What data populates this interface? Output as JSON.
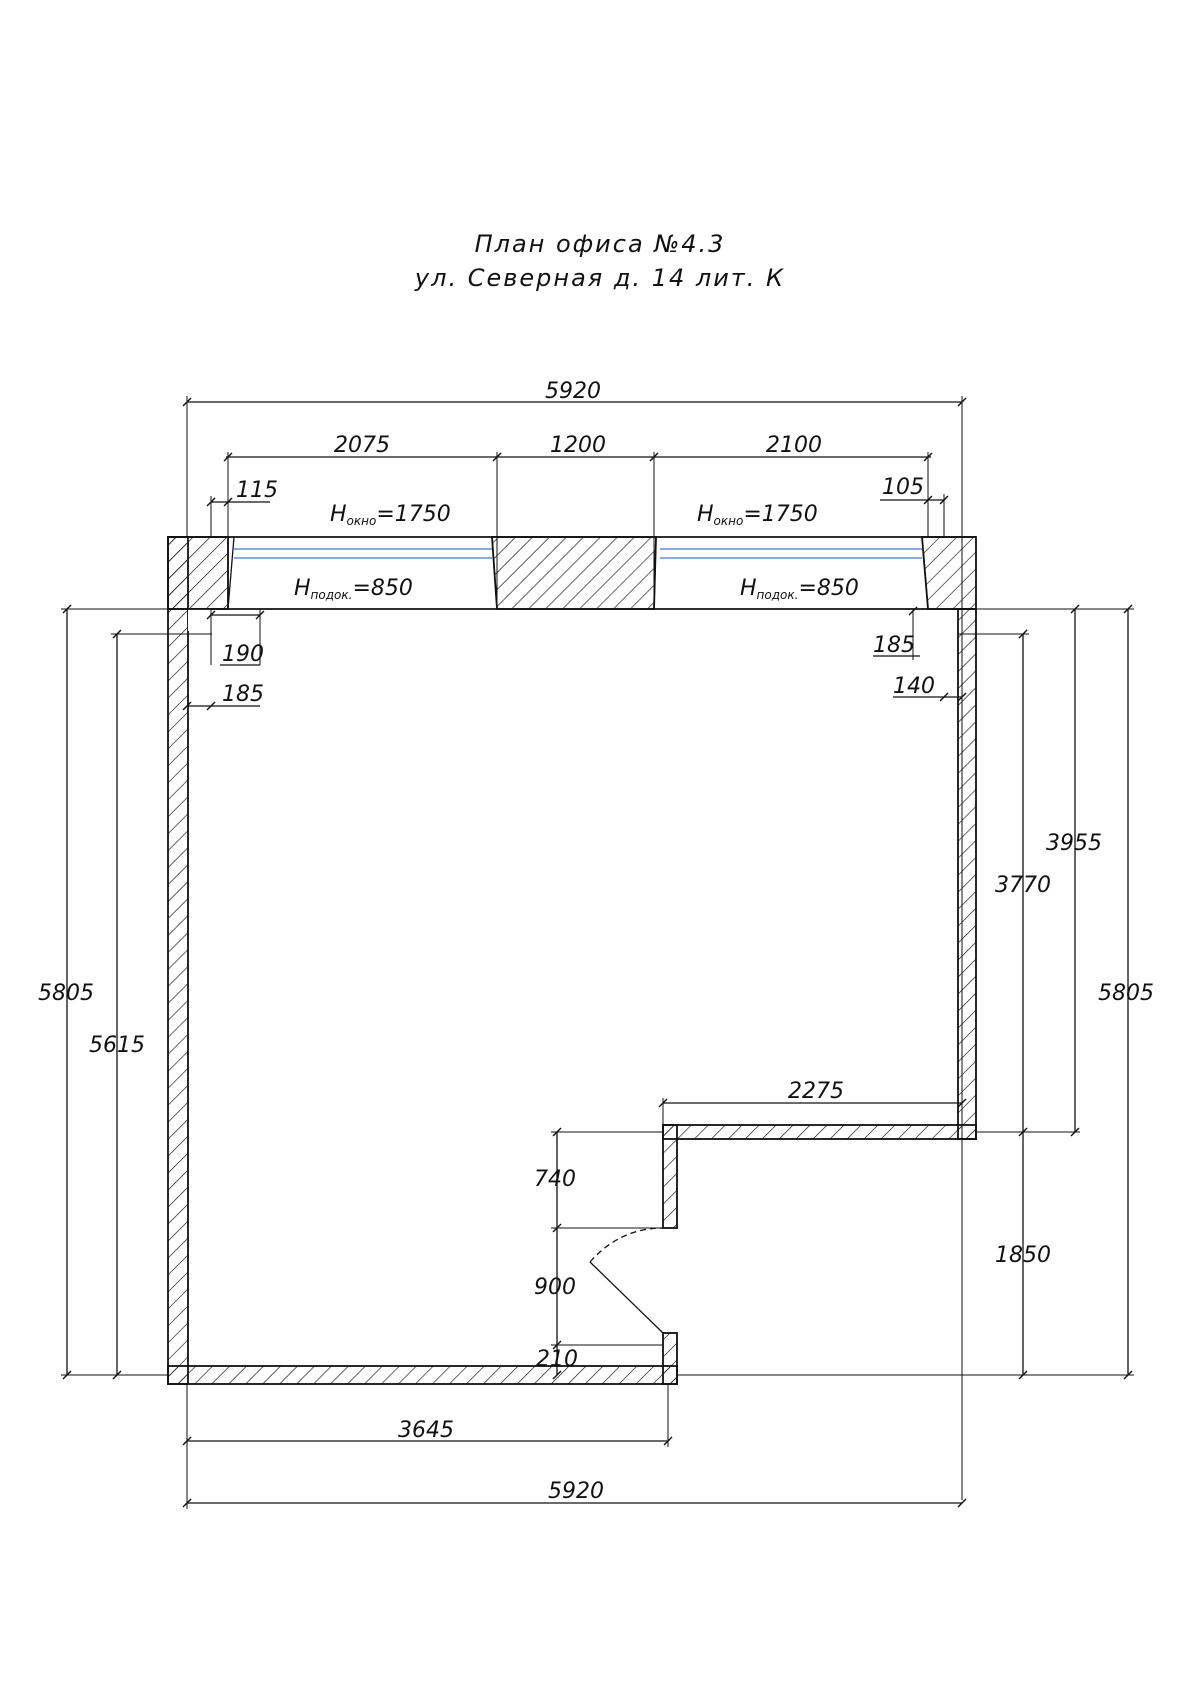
{
  "title": {
    "line1": "План офиса №4.3",
    "line2": "ул. Северная д. 14 лит. К"
  },
  "colors": {
    "lines": "#111111",
    "window_glass": "#5b8fd6",
    "background": "#ffffff"
  },
  "windows": {
    "left": {
      "height_label": "H",
      "height_sub": "окно",
      "height_value": "=1750",
      "sill_label": "H",
      "sill_sub": "подок.",
      "sill_value": "=850"
    },
    "right": {
      "height_label": "H",
      "height_sub": "окно",
      "height_value": "=1750",
      "sill_label": "H",
      "sill_sub": "подок.",
      "sill_value": "=850"
    }
  },
  "dimensions": {
    "top_overall": "5920",
    "top_left_segment": "2075",
    "top_middle_segment": "1200",
    "top_right_segment": "2100",
    "left_window_jamb": "115",
    "right_window_jamb": "105",
    "left_wall_190": "190",
    "left_wall_185": "185",
    "right_wall_185": "185",
    "right_wall_140": "140",
    "left_outer_height": "5805",
    "left_inner_height": "5615",
    "right_outer_height": "5805",
    "right_upper_3955": "3955",
    "right_upper_3770": "3770",
    "right_lower_1850": "1850",
    "recess_width": "2275",
    "door_wall_740": "740",
    "door_opening": "900",
    "door_wall_210": "210",
    "bottom_inner": "3645",
    "bottom_overall": "5920"
  }
}
